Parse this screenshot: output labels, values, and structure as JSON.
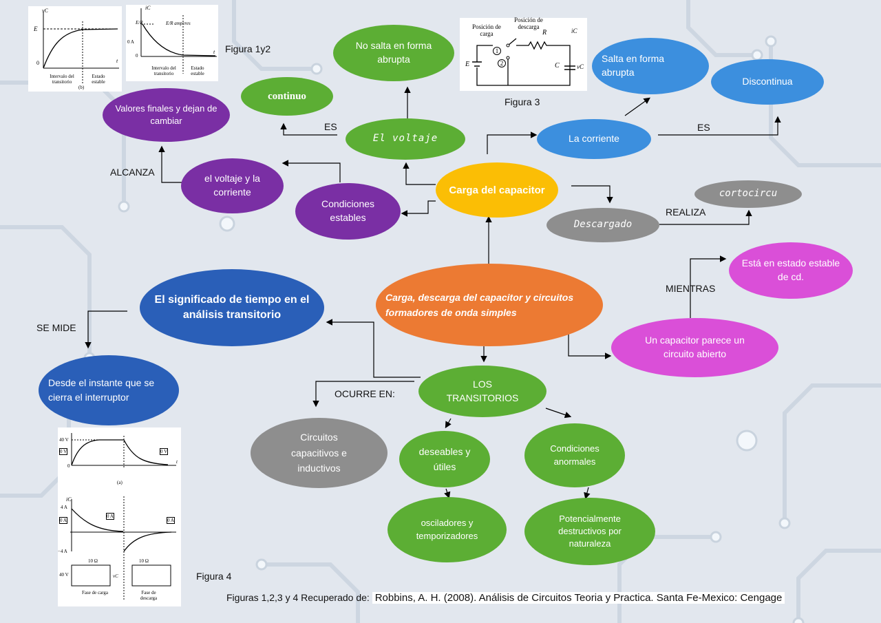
{
  "nodes": {
    "center": "Carga, descarga del capacitor y circuitos formadores de onda simples",
    "carga": "Carga del capacitor",
    "el_voltaje": "El voltaje",
    "no_salta": "No salta en forma abrupta",
    "continuo": "continuo",
    "valores_finales": "Valores finales y dejan de cambiar",
    "voltaje_corriente": "el voltaje y la corriente",
    "condiciones_estables": "Condiciones estables",
    "la_corriente": "La corriente",
    "salta": "Salta en forma abrupta",
    "discontinua": "Discontinua",
    "descargado": "Descargado",
    "cortocircu": "cortocircu",
    "esta_estado": "Está en estado estable de cd.",
    "capacitor_abierto": "Un capacitor parece un circuito abierto",
    "significado": "El significado de tiempo en el análisis transitorio",
    "desde_instante": "Desde el instante que se cierra el interruptor",
    "transitorios": "LOS TRANSITORIOS",
    "circuitos_cap": "Circuitos capacitivos e inductivos",
    "deseables": "deseables y útiles",
    "cond_anormales": "Condiciones anormales",
    "osciladores": "osciladores y temporizadores",
    "potencialmente": "Potencialmente destructivos por naturaleza"
  },
  "labels": {
    "es1": "ES",
    "es2": "ES",
    "alcanza": "ALCANZA",
    "realiza": "REALIZA",
    "mientras": "MIENTRAS",
    "se_mide": "SE MIDE",
    "ocurre_en": "OCURRE EN:"
  },
  "figure_captions": {
    "fig12": "Figura 1y2",
    "fig3": "Figura 3",
    "fig4": "Figura 4"
  },
  "figure1": {
    "v_label": "vC",
    "e_label": "E",
    "zero": "0",
    "t": "t",
    "interval": "Intervalo del transitorio",
    "estado": "Estado estable",
    "panel": "(b)"
  },
  "figure2": {
    "i_label": "iC",
    "e_r": "E/R",
    "e_r_amp": "E/R amperes",
    "zero_a": "0 A",
    "zero": "0",
    "t": "t",
    "interval": "Intervalo del transitorio",
    "estado": "Estado estable"
  },
  "figure3": {
    "pos_carga": "Posición de carga",
    "pos_descarga": "Posición de descarga",
    "r": "R",
    "e": "E",
    "c": "C",
    "ic": "iC",
    "vc": "vC",
    "one": "1",
    "two": "2"
  },
  "figure4": {
    "v40": "40 V",
    "v0": "0 V",
    "v0b": "0 V",
    "zero": "0",
    "t": "t",
    "panel": "(a)",
    "ic": "iC",
    "a4": "4 A",
    "a0": "0 A",
    "a0b": "0 A",
    "a0c": "0 A",
    "am4": "−4 A",
    "r10": "10 Ω",
    "r10b": "10 Ω",
    "v40b": "40 V",
    "fase_carga": "Fase de carga",
    "fase_descarga": "Fase de descarga",
    "vc": "vC"
  },
  "footer": {
    "prefix": "Figuras 1,2,3 y 4 Recuperado de:",
    "reference": "Robbins, A. H. (2008). Análisis de Circuitos Teoria y Practica. Santa Fe-Mexico: Cengage"
  },
  "colors": {
    "purple": "#7a2fa4",
    "green": "#5cae34",
    "blue": "#3c8fde",
    "dark_blue": "#2a5fb8",
    "gray": "#8e8e8e",
    "magenta": "#da4fd8",
    "orange": "#ec7a33",
    "yellow": "#fbbe05"
  }
}
